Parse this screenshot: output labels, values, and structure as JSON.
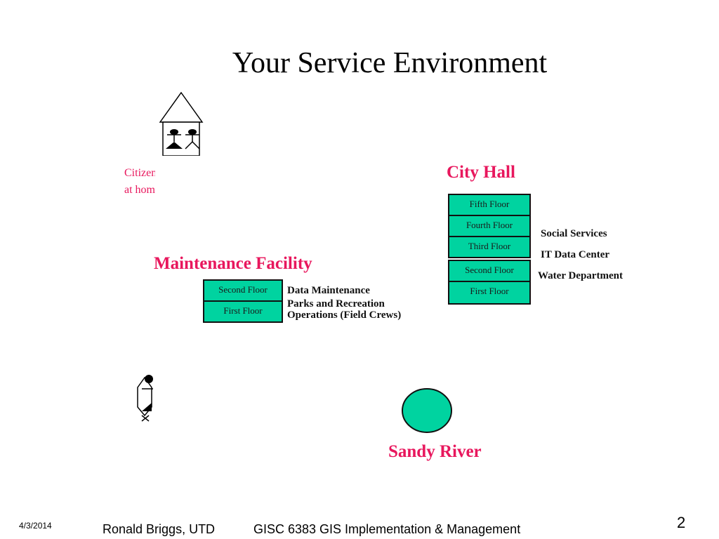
{
  "slide": {
    "title": "Your Service Environment",
    "citizen_label": [
      "Citizens",
      "at home"
    ],
    "accent_colors": {
      "red": "#e8175d",
      "green": "#00d3a0"
    }
  },
  "city_hall": {
    "label": "City Hall",
    "floors": [
      "Fifth Floor",
      "Fourth Floor",
      "Third Floor",
      "Second Floor",
      "First Floor"
    ],
    "departments": [
      "Social Services",
      "IT Data Center",
      "Water Department"
    ]
  },
  "maintenance": {
    "label": "Maintenance Facility",
    "floors": [
      "Second Floor",
      "First Floor"
    ],
    "departments": [
      "Data Maintenance",
      "Parks and Recreation",
      "Operations (Field Crews)"
    ]
  },
  "river": {
    "label": "Sandy River"
  },
  "icons": [
    "house-icon",
    "family-icon",
    "field-worker-icon",
    "river-icon"
  ],
  "footer": {
    "date": "4/3/2014",
    "author": "Ronald Briggs, UTD",
    "course": "GISC 6383 GIS Implementation & Management",
    "page_number": "2"
  }
}
